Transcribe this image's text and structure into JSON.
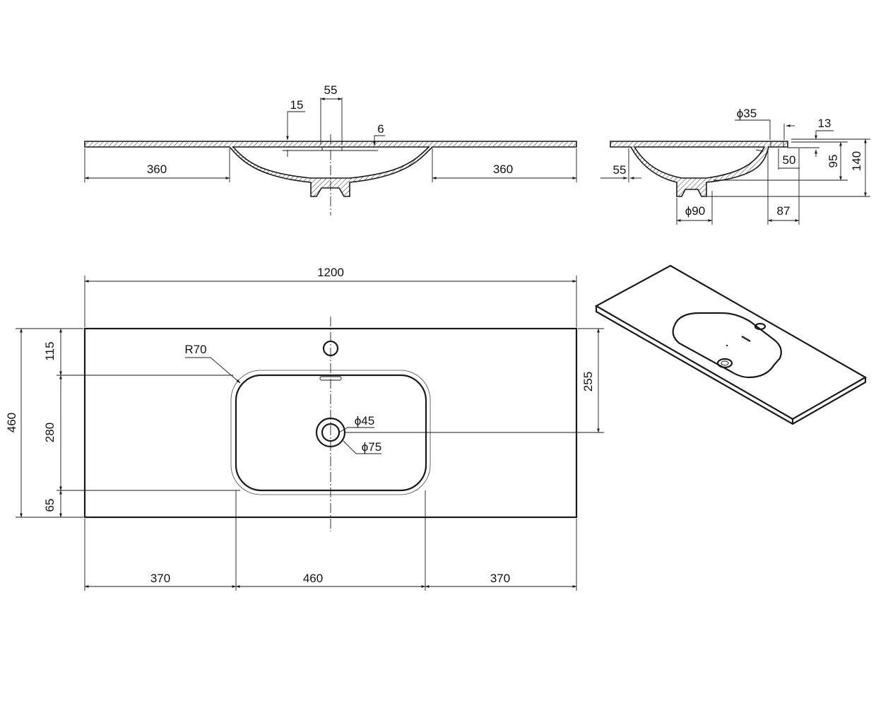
{
  "front_section": {
    "dim_15": "15",
    "dim_55": "55",
    "dim_6": "6",
    "dim_left_360": "360",
    "dim_right_360": "360"
  },
  "side_section": {
    "dim_phi35": "ϕ35",
    "dim_13": "13",
    "dim_50": "50",
    "dim_95": "95",
    "dim_140": "140",
    "dim_55": "55",
    "dim_phi90": "ϕ90",
    "dim_87": "87"
  },
  "plan_view": {
    "dim_total_width": "1200",
    "dim_total_depth": "460",
    "dim_115": "115",
    "dim_280": "280",
    "dim_65": "65",
    "dim_255": "255",
    "radius_label": "R70",
    "drain_inner_label": "ϕ45",
    "drain_outer_label": "ϕ75",
    "dim_bottom_left": "370",
    "dim_bottom_center": "460",
    "dim_bottom_right": "370"
  }
}
